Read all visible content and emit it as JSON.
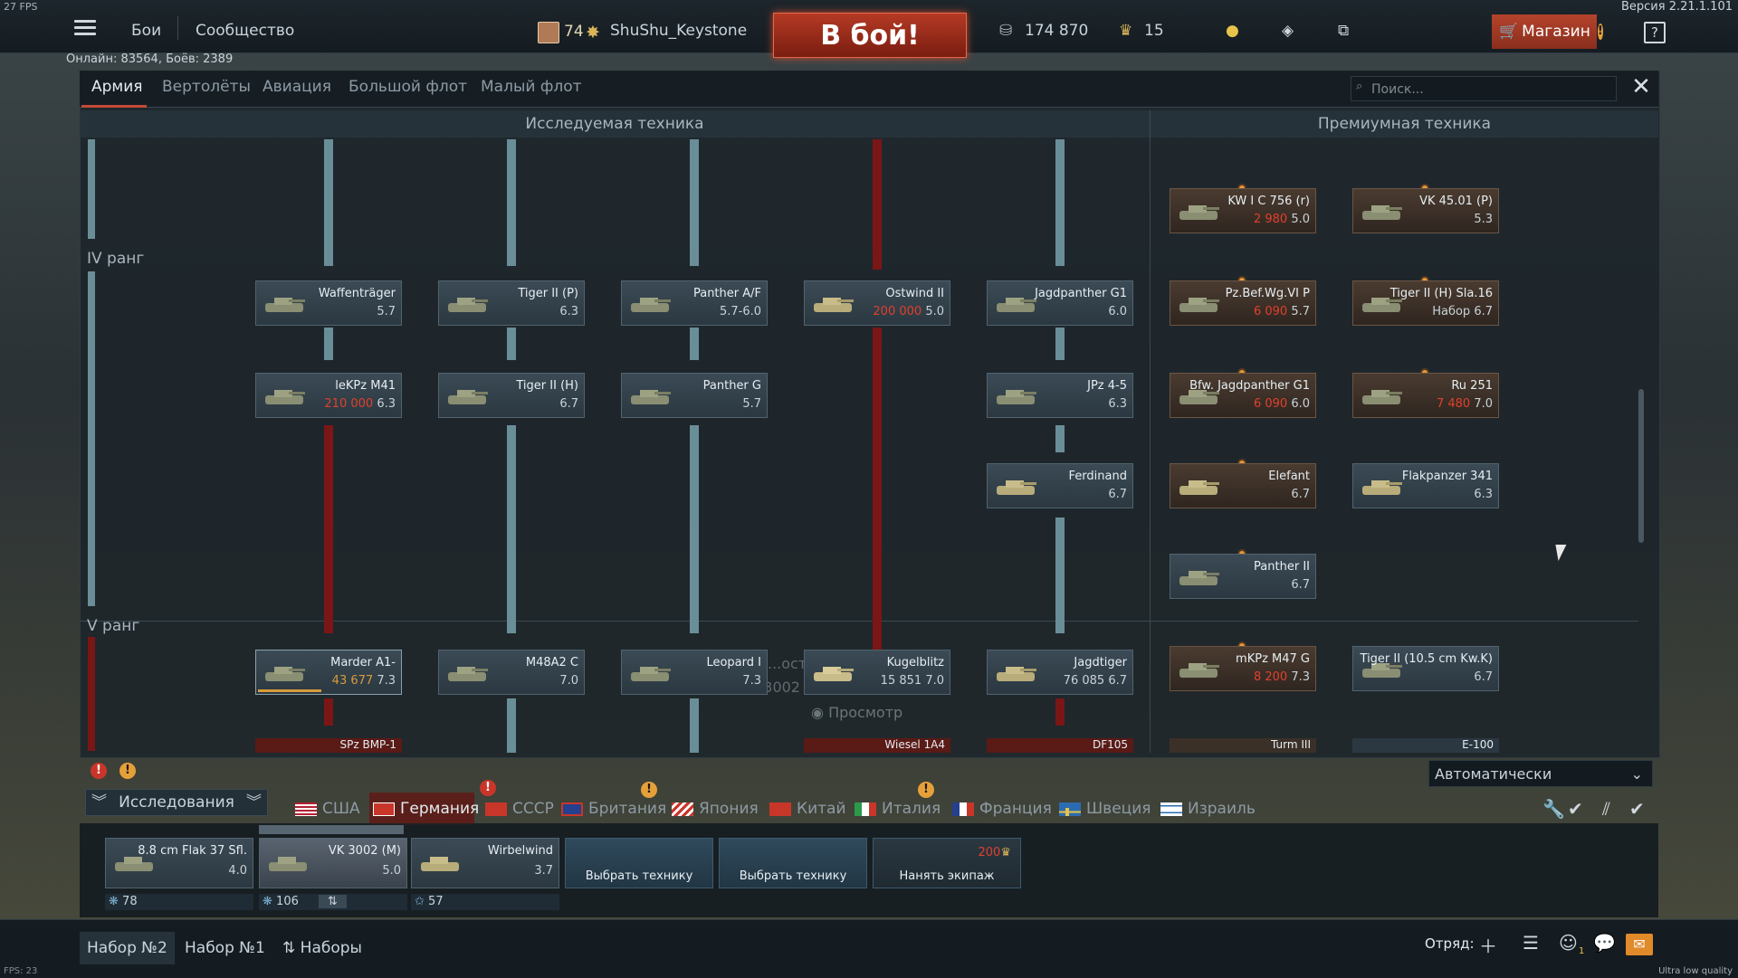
{
  "header": {
    "fps": "27 FPS",
    "version": "Версия 2.21.1.101",
    "nav": [
      "Бои",
      "Сообщество"
    ],
    "player_level": "74",
    "player_name": "ShuShu_Keystone",
    "battle_button": "В бой!",
    "silver": "174 870",
    "gold": "15",
    "shop": "Магазин",
    "help": "?",
    "online": "Онлайн: 83564, Боёв: 2389"
  },
  "tabs": [
    "Армия",
    "Вертолёты",
    "Авиация",
    "Большой флот",
    "Малый флот"
  ],
  "search": {
    "placeholder": "Поиск..."
  },
  "sections": {
    "research": "Исследуемая техника",
    "premium": "Премиумная техника"
  },
  "ranks": {
    "iv": "IV ранг",
    "v": "V ранг"
  },
  "tree": {
    "r1": [
      {
        "name": "Waffenträger",
        "stats": "5.7"
      },
      {
        "name": "Tiger II (P)",
        "stats": "6.3"
      },
      {
        "name": "Panther A/F",
        "stats": "5.7-6.0"
      },
      {
        "name": "Ostwind II",
        "price": "200 000",
        "stats": "5.0"
      },
      {
        "name": "Jagdpanther G1",
        "stats": "6.0"
      }
    ],
    "r2": [
      {
        "name": "leKPz M41",
        "price": "210 000",
        "stats": "6.3"
      },
      {
        "name": "Tiger II (H)",
        "stats": "6.7"
      },
      {
        "name": "Panther G",
        "stats": "5.7"
      },
      {
        "name": "JPz 4-5",
        "stats": "6.3"
      }
    ],
    "r3": [
      {
        "name": "Ferdinand",
        "stats": "6.7"
      }
    ],
    "r5": [
      {
        "name": "Marder A1-",
        "price": "43 677",
        "stats": "7.3"
      },
      {
        "name": "M48A2 C",
        "stats": "7.0"
      },
      {
        "name": "Leopard I",
        "stats": "7.3"
      },
      {
        "name": "Kugelblitz",
        "price": "15 851",
        "stats": "7.0"
      },
      {
        "name": "Jagdtiger",
        "price": "76 085",
        "stats": "6.7"
      }
    ],
    "r6": [
      "SPz BMP-1",
      "Wiesel 1A4",
      "DF105"
    ]
  },
  "premium": {
    "rows": [
      [
        {
          "name": "KW I C 756 (r)",
          "price": "2 980",
          "stats": "5.0"
        },
        {
          "name": "VK 45.01 (P)",
          "stats": "5.3"
        }
      ],
      [
        {
          "name": "Pz.Bef.Wg.VI P",
          "price": "6 090",
          "stats": "5.7"
        },
        {
          "name": "Tiger II (H) Sla.16",
          "price": "Набор",
          "stats": "6.7"
        }
      ],
      [
        {
          "name": "Bfw. Jagdpanther G1",
          "price": "6 090",
          "stats": "6.0"
        },
        {
          "name": "Ru 251",
          "price": "7 480",
          "stats": "7.0"
        }
      ],
      [
        {
          "name": "Elefant",
          "stats": "6.7"
        },
        {
          "name": "Flakpanzer 341",
          "stats": "6.3"
        }
      ],
      [
        {
          "name": "Panther II",
          "stats": "6.7"
        }
      ],
      [
        {
          "name": "mKPz M47 G",
          "price": "8 200",
          "stats": "7.3"
        },
        {
          "name": "Tiger II (10.5 cm Kw.K)",
          "stats": "6.7"
        }
      ],
      [
        "Turm III",
        "E-100"
      ]
    ]
  },
  "overlay": {
    "preview": "Просмотр",
    "line1": "...оступ...",
    "line2": "...3002"
  },
  "bottom": {
    "auto": "Автоматически",
    "research": "Исследования",
    "nations": [
      "США",
      "Германия",
      "СССР",
      "Британия",
      "Япония",
      "Китай",
      "Италия",
      "Франция",
      "Швеция",
      "Израиль"
    ],
    "slots": [
      {
        "name": "8.8 cm Flak 37 Sfl.",
        "stats": "4.0",
        "count": "78"
      },
      {
        "name": "VK 3002 (M)",
        "stats": "5.0",
        "count": "106"
      },
      {
        "name": "Wirbelwind",
        "stats": "3.7",
        "count": "57"
      }
    ],
    "choose1": "Выбрать технику",
    "choose2": "Выбрать технику",
    "hire_price": "200",
    "hire": "Нанять экипаж",
    "presets": [
      "Набор №2",
      "Набор №1",
      "Наборы"
    ],
    "squad": "Отряд:",
    "fps": "FPS: 23",
    "quality": "Ultra low quality",
    "contacts_badge": "1"
  },
  "colors": {
    "accent": "#c24a34",
    "price": "#e0402c",
    "line": "#6a8e98",
    "line_red": "#7a1616"
  }
}
